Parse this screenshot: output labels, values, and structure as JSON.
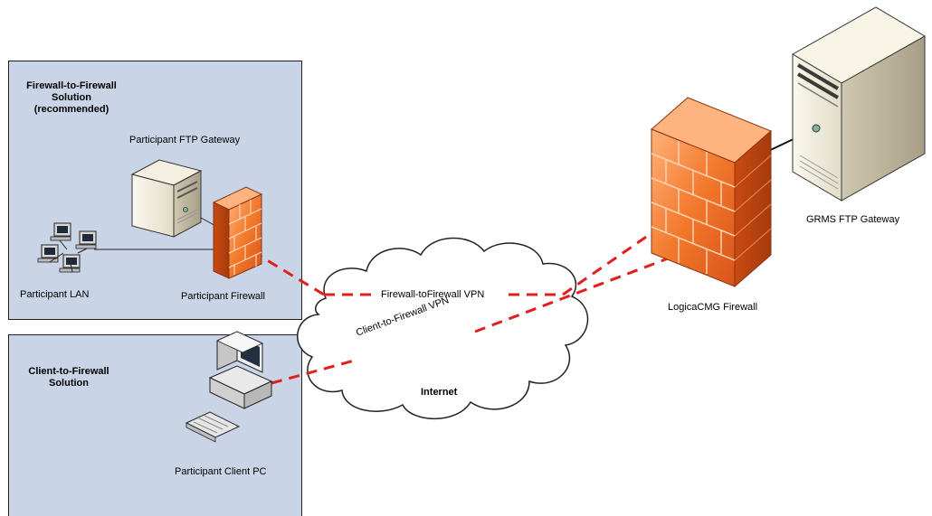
{
  "panels": {
    "ftf": {
      "title_lines": [
        "Firewall-to-Firewall",
        "Solution",
        "(recommended)"
      ],
      "gateway_label": "Participant FTP Gateway",
      "lan_label": "Participant LAN",
      "firewall_label": "Participant Firewall"
    },
    "ctf": {
      "title_lines": [
        "Client-to-Firewall",
        "Solution"
      ],
      "pc_label": "Participant Client PC"
    }
  },
  "cloud": {
    "label": "Internet",
    "vpn_ftf": "Firewall-toFirewall VPN",
    "vpn_ctf": "Client-to-Firewall VPN"
  },
  "right": {
    "firewall_label": "LogicaCMG Firewall",
    "gateway_label": "GRMS FTP Gateway"
  },
  "colors": {
    "panel_fill": "#c9d4e6",
    "vpn_line": "#e0201c",
    "firewall_orange": "#f07a2e"
  }
}
